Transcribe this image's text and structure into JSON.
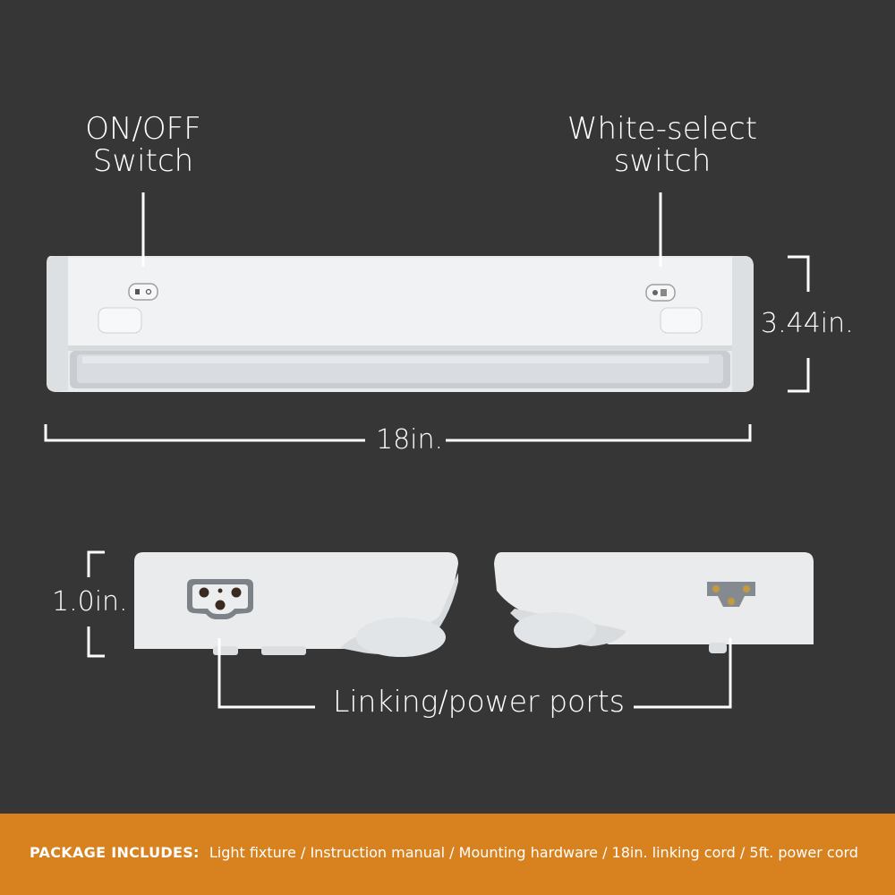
{
  "callouts": {
    "onoff_line1": "ON/OFF",
    "onoff_line2": "Switch",
    "white_line1": "White-select",
    "white_line2": "switch"
  },
  "dimensions": {
    "height": "3.44in.",
    "length": "18in.",
    "depth": "1.0in."
  },
  "ports_label": "Linking/power ports",
  "footer": {
    "heading": "PACKAGE INCLUDES:",
    "items": "Light fixture / Instruction manual / Mounting hardware / 18in. linking cord / 5ft. power cord"
  },
  "colors": {
    "background": "#363636",
    "footer": "#d8821f",
    "text": "#ffffff"
  }
}
